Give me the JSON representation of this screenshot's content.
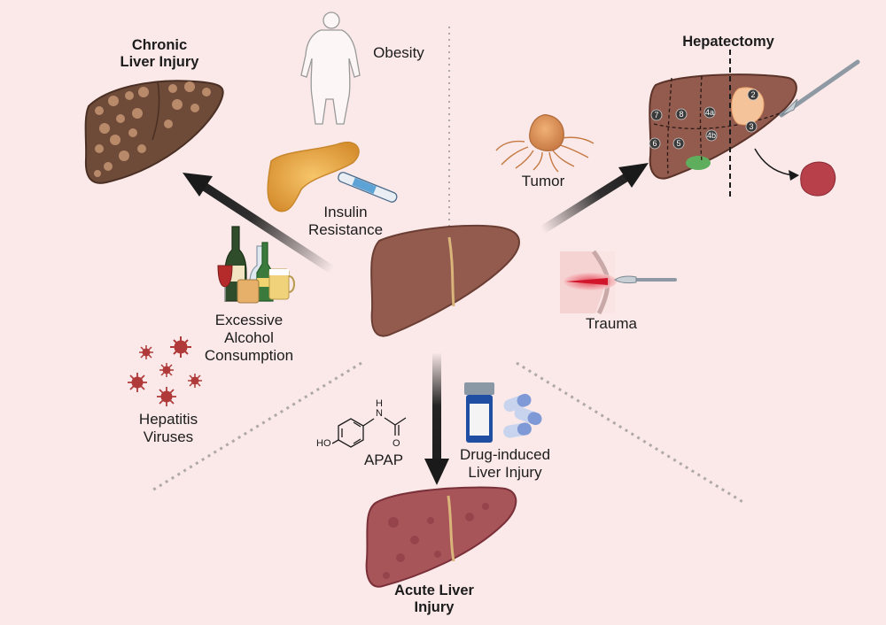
{
  "labels": {
    "chronic": "Chronic\nLiver Injury",
    "obesity": "Obesity",
    "insulin": "Insulin\nResistance",
    "alcohol": "Excessive\nAlcohol\nConsumption",
    "hepatitis": "Hepatitis\nViruses",
    "hepatectomy": "Hepatectomy",
    "tumor": "Tumor",
    "trauma": "Trauma",
    "apap": "APAP",
    "dili": "Drug-induced\nLiver Injury",
    "acute": "Acute Liver\nInjury"
  },
  "chem": {
    "ho": "HO",
    "n": "N",
    "h": "H",
    "o": "O"
  },
  "segments": [
    "2",
    "7",
    "8",
    "4a",
    "3",
    "6",
    "5",
    "4b"
  ],
  "colors": {
    "background": "#fbe9e9",
    "liver": "#935a4e",
    "chronic_liver": "#6e4a38",
    "acute_liver": "#a8555a",
    "arrow": "#1a1a1a"
  }
}
